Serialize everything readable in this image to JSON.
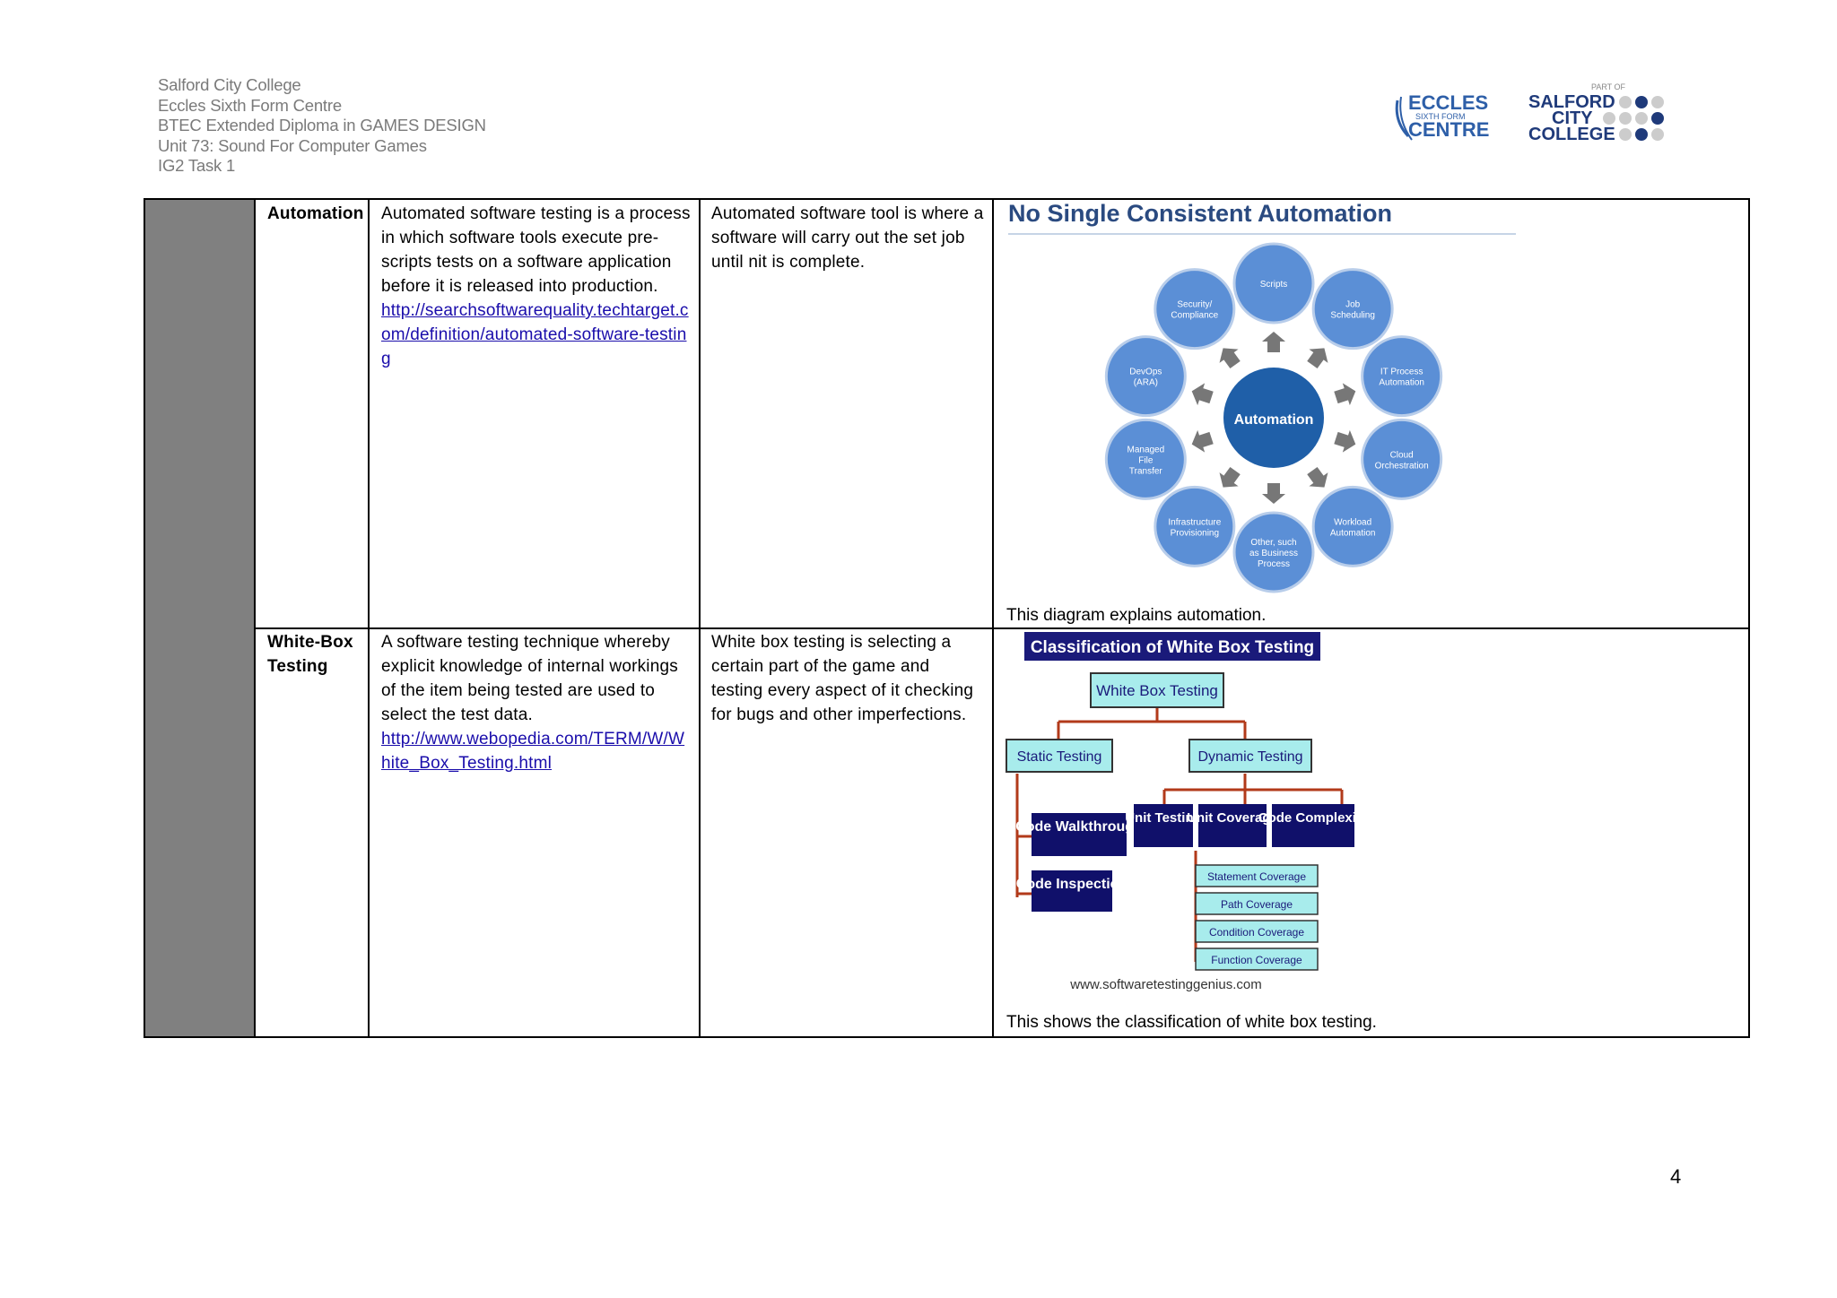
{
  "header": {
    "line1": "Salford City College",
    "line2": "Eccles Sixth Form Centre",
    "line3": "BTEC Extended Diploma  in GAMES DESIGN",
    "line4": "Unit 73: Sound For Computer Games",
    "line5": "IG2 Task 1"
  },
  "logos": {
    "eccles_line1": "ECCLES",
    "eccles_line2": "SIXTH FORM",
    "eccles_line3": "CENTRE",
    "salford_part": "PART OF",
    "salford_line1": "SALFORD",
    "salford_line2": "CITY",
    "salford_line3": "COLLEGE",
    "eccles_color": "#2e5fa8",
    "salford_color": "#1f3a7a"
  },
  "rows": [
    {
      "term": "Automation",
      "definition": "Automated software testing is a process in which software tools execute pre-scripts tests on a software application before it is released into production.",
      "link": "http://searchsoftwarequality.techtarget.com/definition/automated-software-testing",
      "explanation": "Automated software tool is where a software will carry out the set job until nit is complete.",
      "caption": "This diagram explains automation."
    },
    {
      "term": "White-Box Testing",
      "definition": "A software testing technique whereby explicit knowledge of internal workings of the item being tested are used to select the test data.",
      "link": "http://www.webopedia.com/TERM/W/White_Box_Testing.html",
      "explanation": "White box testing is selecting a certain part of the game and testing every aspect of it checking for bugs and other imperfections.",
      "caption": "This shows the classification of white box testing."
    }
  ],
  "automation_diagram": {
    "title": "No Single Consistent Automation",
    "center": "Automation",
    "nodes": [
      "Scripts",
      "Job Scheduling",
      "IT Process Automation",
      "Cloud Orchestration",
      "Workload Automation",
      "Other, such as Business Process",
      "Infrastructure Provisioning",
      "Managed File Transfer",
      "DevOps (ARA)",
      "Security/ Compliance"
    ],
    "node_color": "#5b8fd6",
    "center_color": "#1f5fa8"
  },
  "whitebox_diagram": {
    "title": "Classification of White Box Testing",
    "root": "White Box Testing",
    "static": "Static Testing",
    "dynamic": "Dynamic Testing",
    "code_walkthrough": "Code Walkthrough",
    "code_inspection": "Code Inspection",
    "unit_testing": "Unit Testing",
    "unit_coverage": "Unit Coverage",
    "code_complexity": "Code Complexity",
    "coverage_items": [
      "Statement Coverage",
      "Path Coverage",
      "Condition Coverage",
      "Function Coverage"
    ],
    "footer": "www.softwaretestinggenius.com",
    "title_bg": "#1a1a7a",
    "dark_box": "#10106a",
    "light_box": "#a8ecec",
    "line_color": "#b23a1a"
  },
  "page_number": "4"
}
